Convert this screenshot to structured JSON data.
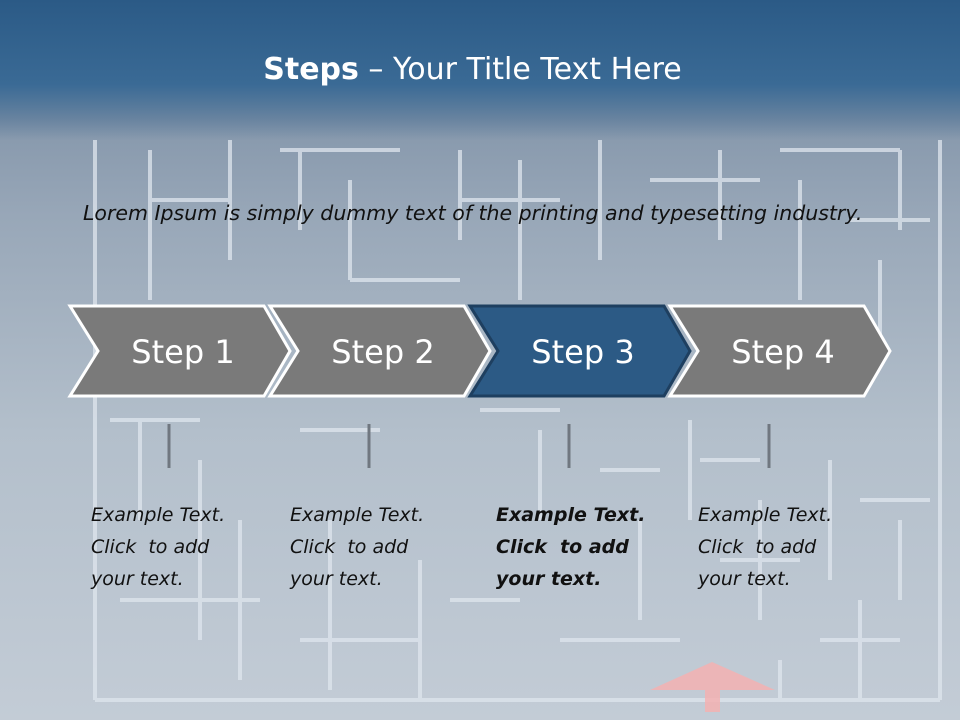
{
  "slide": {
    "title_bold": "Steps",
    "title_rest": " – Your Title Text Here",
    "intro": "Lorem Ipsum is simply dummy text of the printing and typesetting industry."
  },
  "steps": [
    {
      "label": "Step 1",
      "highlighted": false,
      "desc": [
        "Example Text.",
        "Click  to add",
        "your text."
      ]
    },
    {
      "label": "Step 2",
      "highlighted": false,
      "desc": [
        "Example Text.",
        "Click  to add",
        "your text."
      ]
    },
    {
      "label": "Step 3",
      "highlighted": true,
      "desc": [
        "Example Text.",
        "Click  to add",
        "your text."
      ]
    },
    {
      "label": "Step 4",
      "highlighted": false,
      "desc": [
        "Example Text.",
        "Click  to add",
        "your text."
      ]
    }
  ],
  "colors": {
    "step_fill": "#7a7a7a",
    "step_highlight_fill": "#2c5a85",
    "step_outline": "#ffffff",
    "header": "#2b5a86",
    "arrow_accent": "#f0a8a8"
  }
}
